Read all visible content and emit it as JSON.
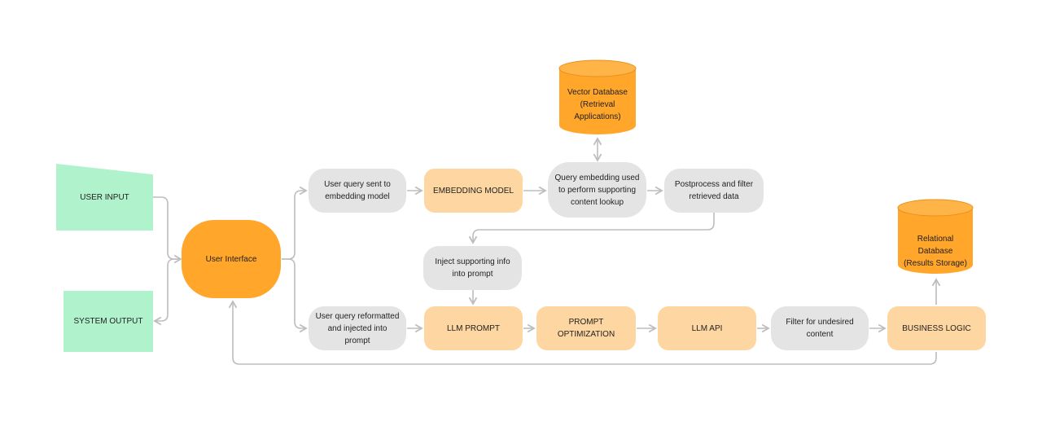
{
  "nodes": {
    "user_input": "USER INPUT",
    "system_output": "SYSTEM OUTPUT",
    "user_interface": "User Interface",
    "query_to_embedding": "User query sent to embedding model",
    "embedding_model": "EMBEDDING MODEL",
    "query_embedding_lookup": "Query embedding used to perform supporting content lookup",
    "postprocess_filter": "Postprocess and filter retrieved data",
    "inject_supporting_info": "Inject supporting info into prompt",
    "query_reformatted": "User query reformatted and injected into prompt",
    "llm_prompt": "LLM PROMPT",
    "prompt_optimization": "PROMPT OPTIMIZATION",
    "llm_api": "LLM API",
    "filter_undesired": "Filter for undesired content",
    "business_logic": "BUSINESS LOGIC"
  },
  "databases": {
    "vector_db": "Vector Database (Retrieval Applications)",
    "relational_db": "Relational Database (Results Storage)"
  },
  "colors": {
    "orange": "#ffa62b",
    "peach": "#fdd6a1",
    "gray": "#e4e4e4",
    "green": "#b0f2cc",
    "connector": "#bdbdbd"
  }
}
